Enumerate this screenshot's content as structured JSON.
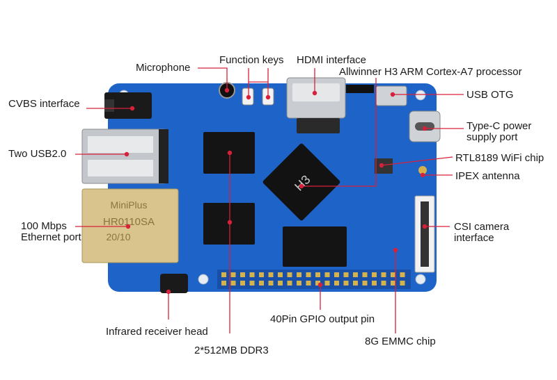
{
  "labels": {
    "microphone": "Microphone",
    "function_keys": "Function keys",
    "hdmi": "HDMI interface",
    "processor": "Allwinner H3 ARM Cortex-A7 processor",
    "cvbs": "CVBS interface",
    "usb_otg": "USB OTG",
    "typec_1": "Type-C power",
    "typec_2": "supply port",
    "usb2": "Two USB2.0",
    "wifi": "RTL8189 WiFi chip",
    "ipex": "IPEX antenna",
    "ethernet_1": "100 Mbps",
    "ethernet_2": "Ethernet port",
    "csi_1": "CSI camera",
    "csi_2": "interface",
    "infrared": "Infrared receiver head",
    "gpio": "40Pin GPIO output pin",
    "ddr": "2*512MB DDR3",
    "emmc": "8G EMMC chip"
  },
  "board": {
    "soc_text": "H3",
    "lan_brand": "MiniPlus",
    "lan_model": "HR0110SA",
    "lan_rev": "20/10"
  },
  "colors": {
    "pcb": "#1d63c8",
    "leader": "#d8203a",
    "text": "#1a1a1a"
  }
}
